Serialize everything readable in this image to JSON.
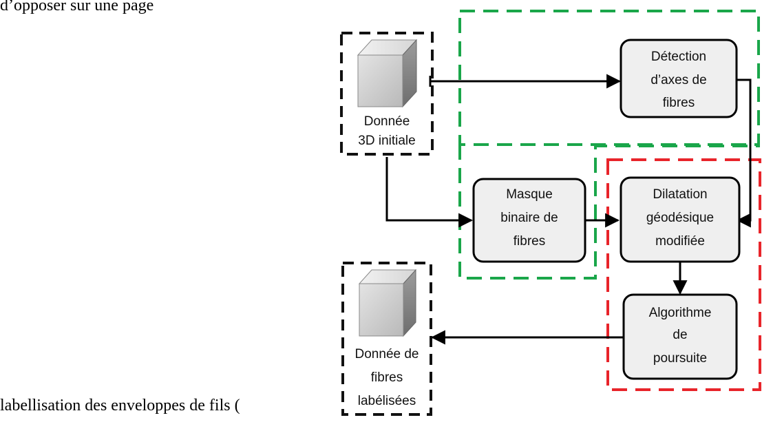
{
  "text": {
    "top_fragment": "d’opposer sur une page",
    "caption_fragment": "labellisation des enveloppes de fils ("
  },
  "nodes": {
    "input": {
      "label_lines": [
        "Donnée",
        "3D initiale"
      ]
    },
    "axis_detection": {
      "label_lines": [
        "Détection",
        "d’axes de",
        "fibres"
      ]
    },
    "binary_mask": {
      "label_lines": [
        "Masque",
        "binaire de",
        "fibres"
      ]
    },
    "geodesic_dilation": {
      "label_lines": [
        "Dilatation",
        "géodésique",
        "modifiée"
      ]
    },
    "tracking": {
      "label_lines": [
        "Algorithme",
        "de",
        "poursuite"
      ]
    },
    "output": {
      "label_lines": [
        "Donnée de",
        "fibres",
        "labélisées"
      ]
    }
  },
  "colors": {
    "box_fill": "#efefef",
    "green_dashed": "#1aa64a",
    "red_dashed": "#e8242a",
    "black_dashed": "#111111",
    "arrow": "#000000"
  }
}
